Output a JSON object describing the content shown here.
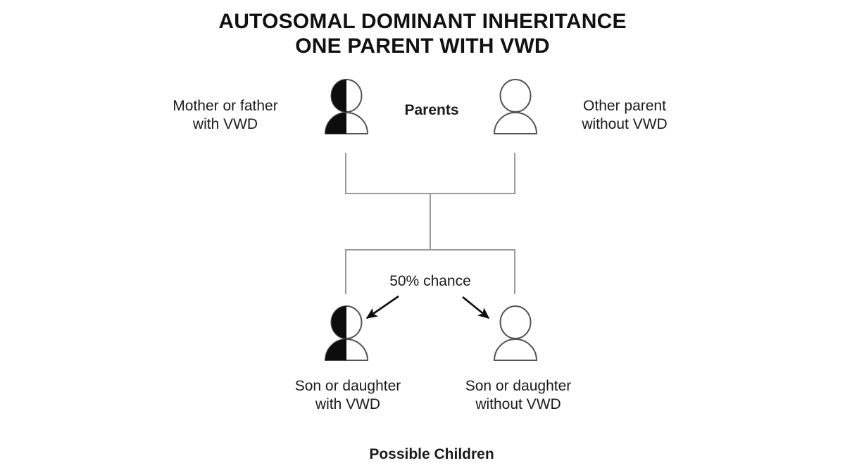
{
  "title": {
    "line1": "AUTOSOMAL DOMINANT INHERITANCE",
    "line2": "ONE PARENT WITH VWD"
  },
  "parents": {
    "group_label": "Parents",
    "affected": {
      "icon": "person-half-filled-icon",
      "label_line1": "Mother or father",
      "label_line2": "with VWD",
      "status": "affected"
    },
    "unaffected": {
      "icon": "person-outline-icon",
      "label_line1": "Other parent",
      "label_line2": "without VWD",
      "status": "unaffected"
    }
  },
  "probability": {
    "text": "50% chance"
  },
  "children": {
    "group_label": "Possible Children",
    "affected": {
      "icon": "person-half-filled-icon",
      "label_line1": "Son or daughter",
      "label_line2": "with VWD",
      "status": "affected"
    },
    "unaffected": {
      "icon": "person-outline-icon",
      "label_line1": "Son or daughter",
      "label_line2": "without VWD",
      "status": "unaffected"
    }
  },
  "colors": {
    "background": "#ffffff",
    "text": "#1b1b1b",
    "title": "#111111",
    "icon_fill_affected": "#0d0d0d",
    "icon_outline": "#555555",
    "connector_line": "#9a9a9a",
    "arrow": "#0d0d0d"
  }
}
